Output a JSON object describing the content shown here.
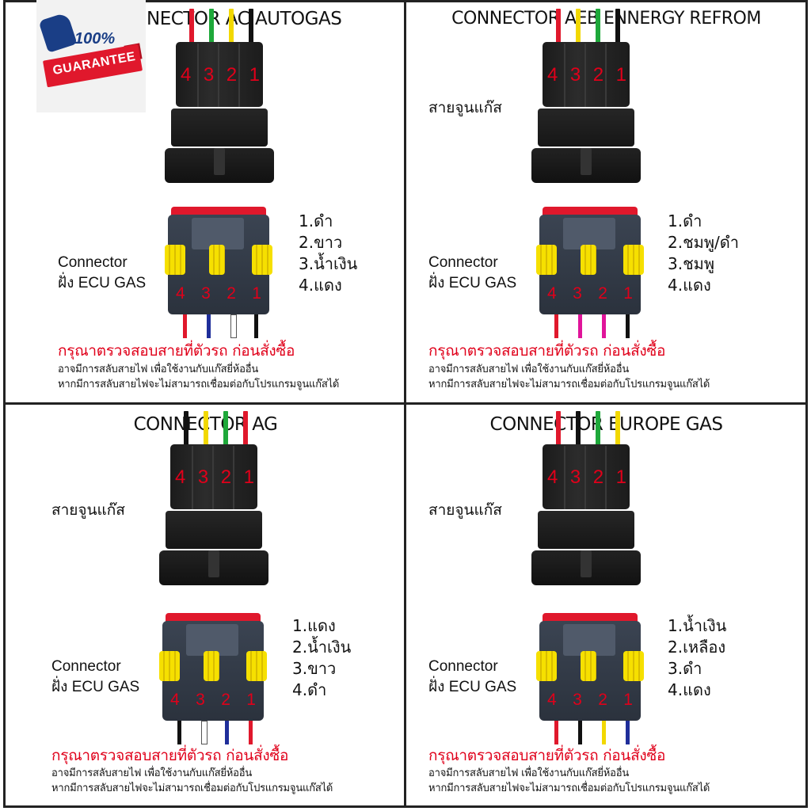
{
  "badge": {
    "percent": "100%",
    "text": "GUARANTEE"
  },
  "panels": [
    {
      "title": "NECTOR AC AUTOGAS",
      "wire_label": "",
      "male_wires": [
        "#e0182c",
        "#1ea83a",
        "#f2d800",
        "#111111"
      ],
      "male_nums": [
        "4",
        "3",
        "2",
        "1"
      ],
      "female_wires": [
        "#e0182c",
        "#1f2e9a",
        "white",
        "#111111"
      ],
      "female_nums": [
        "4",
        "3",
        "2",
        "1"
      ],
      "connector_label_1": "Connector",
      "connector_label_2": "ฝั่ง ECU GAS",
      "list": [
        "1.ดำ",
        "2.ขาว",
        "3.น้ำเงิน",
        "4.แดง"
      ],
      "warning": "กรุณาตรวจสอบสายที่ตัวรถ ก่อนสั่งซื้อ",
      "note_1": "อาจมีการสลับสายไฟ เพื่อใช้งานกับแก๊สยี่ห้ออื่น",
      "note_2": "หากมีการสลับสายไฟจะไม่สามารถเชื่อมต่อกับโปรแกรมจูนแก๊สได้"
    },
    {
      "title": "CONNECTOR AEB ENNERGY REFROM",
      "wire_label": "สายจูนแก๊ส",
      "male_wires": [
        "#e0182c",
        "#f2d800",
        "#1ea83a",
        "#111111"
      ],
      "male_nums": [
        "4",
        "3",
        "2",
        "1"
      ],
      "female_wires": [
        "#e0182c",
        "#e0149a",
        "#e0149a",
        "#111111"
      ],
      "female_nums": [
        "4",
        "3",
        "2",
        "1"
      ],
      "connector_label_1": "Connector",
      "connector_label_2": "ฝั่ง ECU GAS",
      "list": [
        "1.ดำ",
        "2.ชมพู/ดำ",
        "3.ชมพู",
        "4.แดง"
      ],
      "warning": "กรุณาตรวจสอบสายที่ตัวรถ ก่อนสั่งซื้อ",
      "note_1": "อาจมีการสลับสายไฟ เพื่อใช้งานกับแก๊สยี่ห้ออื่น",
      "note_2": "หากมีการสลับสายไฟจะไม่สามารถเชื่อมต่อกับโปรแกรมจูนแก๊สได้"
    },
    {
      "title": "CONNECTOR AG",
      "wire_label": "สายจูนแก๊ส",
      "male_wires": [
        "#111111",
        "#f2d800",
        "#1ea83a",
        "#e0182c"
      ],
      "male_nums": [
        "4",
        "3",
        "2",
        "1"
      ],
      "female_wires": [
        "#111111",
        "white",
        "#1f2e9a",
        "#e0182c"
      ],
      "female_nums": [
        "4",
        "3",
        "2",
        "1"
      ],
      "connector_label_1": "Connector",
      "connector_label_2": "ฝั่ง ECU GAS",
      "list": [
        "1.แดง",
        "2.น้ำเงิน",
        "3.ขาว",
        "4.ดำ"
      ],
      "warning": "กรุณาตรวจสอบสายที่ตัวรถ ก่อนสั่งซื้อ",
      "note_1": "อาจมีการสลับสายไฟ เพื่อใช้งานกับแก๊สยี่ห้ออื่น",
      "note_2": "หากมีการสลับสายไฟจะไม่สามารถเชื่อมต่อกับโปรแกรมจูนแก๊สได้"
    },
    {
      "title": "CONNECTOR EUROPE GAS",
      "wire_label": "สายจูนแก๊ส",
      "male_wires": [
        "#e0182c",
        "#111111",
        "#1ea83a",
        "#f2d800"
      ],
      "male_nums": [
        "4",
        "3",
        "2",
        "1"
      ],
      "female_wires": [
        "#e0182c",
        "#111111",
        "#f2d800",
        "#1f2e9a"
      ],
      "female_nums": [
        "4",
        "3",
        "2",
        "1"
      ],
      "connector_label_1": "Connector",
      "connector_label_2": "ฝั่ง ECU GAS",
      "list": [
        "1.น้ำเงิน",
        "2.เหลือง",
        "3.ดำ",
        "4.แดง"
      ],
      "warning": "กรุณาตรวจสอบสายที่ตัวรถ ก่อนสั่งซื้อ",
      "note_1": "อาจมีการสลับสายไฟ เพื่อใช้งานกับแก๊สยี่ห้ออื่น",
      "note_2": "หากมีการสลับสายไฟจะไม่สามารถเชื่อมต่อกับโปรแกรมจูนแก๊สได้"
    }
  ]
}
